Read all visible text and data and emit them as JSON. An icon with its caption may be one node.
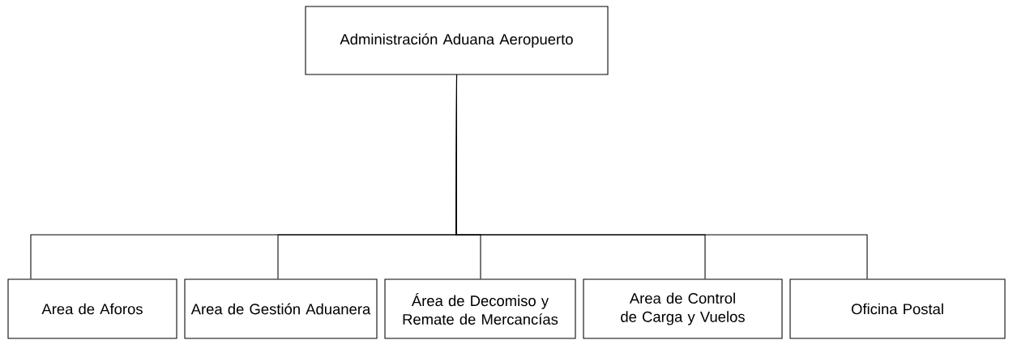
{
  "diagram": {
    "nodes": [
      {
        "text": [
          "Administración Aduana Aeropuerto"
        ]
      },
      {
        "text": [
          "Area de Aforos"
        ]
      },
      {
        "text": [
          "Area de Gestión Aduanera"
        ]
      },
      {
        "text": [
          "Área de Decomiso y Remate de Mercancías"
        ]
      },
      {
        "text": [
          "Area de Control de Carga y Vuelos"
        ]
      },
      {
        "text": [
          "Oficina Postal"
        ]
      }
    ],
    "edges": [
      {
        "from": 0,
        "to": 1,
        "arrow": "none"
      },
      {
        "from": 0,
        "to": 2,
        "arrow": "none"
      },
      {
        "from": 0,
        "to": 3,
        "arrow": "none"
      },
      {
        "from": 0,
        "to": 4,
        "arrow": "none"
      },
      {
        "from": 0,
        "to": 5,
        "arrow": "none"
      }
    ]
  }
}
